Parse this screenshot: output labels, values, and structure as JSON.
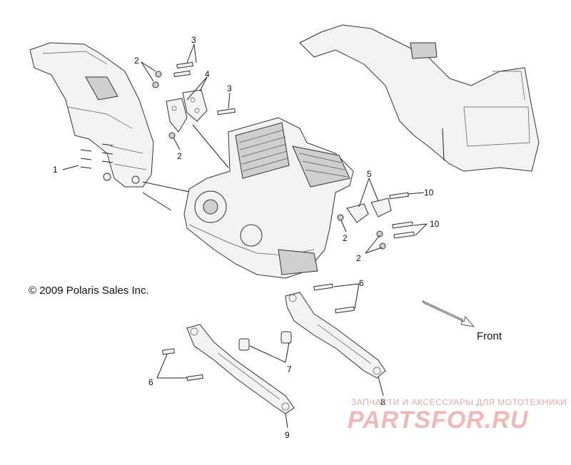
{
  "copyright": "© 2009 Polaris Sales Inc.",
  "front_label": "Front",
  "watermark": {
    "tagline": "ЗАПЧАСТИ И АКСЕССУАРЫ ДЛЯ МОТОТЕХНИКИ",
    "brand": "PARTSFOR.RU"
  },
  "callouts": [
    {
      "id": "c1",
      "label": "1"
    },
    {
      "id": "c2a",
      "label": "2"
    },
    {
      "id": "c2b",
      "label": "2"
    },
    {
      "id": "c2c",
      "label": "2"
    },
    {
      "id": "c2d",
      "label": "2"
    },
    {
      "id": "c3a",
      "label": "3"
    },
    {
      "id": "c3b",
      "label": "3"
    },
    {
      "id": "c4",
      "label": "4"
    },
    {
      "id": "c5",
      "label": "5"
    },
    {
      "id": "c10a",
      "label": "10"
    },
    {
      "id": "c10b",
      "label": "10"
    },
    {
      "id": "c6a",
      "label": "6"
    },
    {
      "id": "c6b",
      "label": "6"
    },
    {
      "id": "c7",
      "label": "7"
    },
    {
      "id": "c8",
      "label": "8"
    },
    {
      "id": "c9",
      "label": "9"
    }
  ]
}
